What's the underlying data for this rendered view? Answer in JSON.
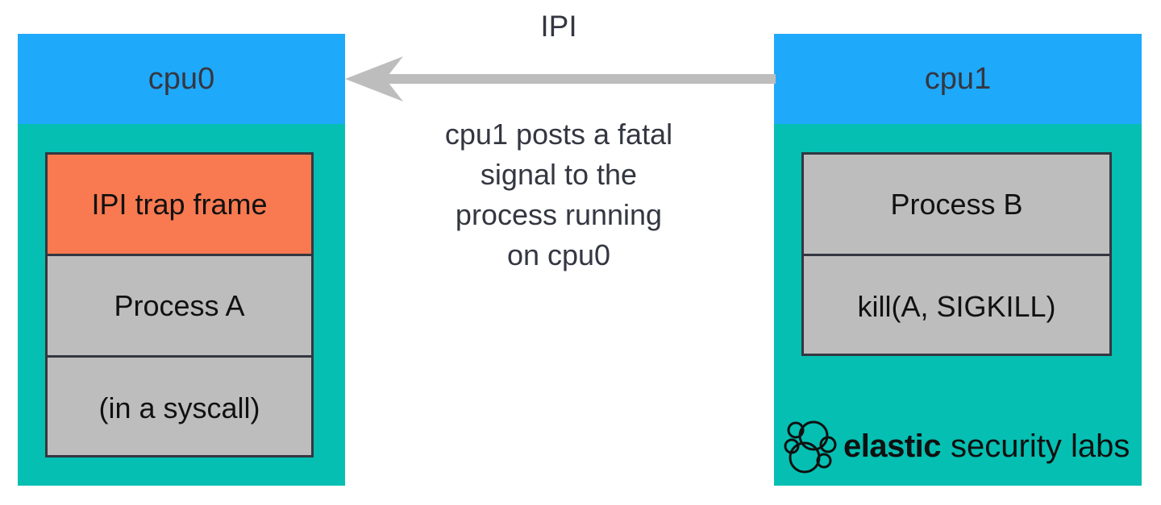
{
  "arrow": {
    "label": "IPI",
    "direction": "cpu1-to-cpu0",
    "color": "#bdbdbd"
  },
  "caption": {
    "lines": [
      "cpu1 posts a fatal",
      "signal to the",
      "process running",
      "on cpu0"
    ]
  },
  "cpus": [
    {
      "title": "cpu0",
      "stack": [
        {
          "label": "IPI trap frame",
          "color": "#f97a50"
        },
        {
          "label": "Process A",
          "color": "#bdbdbd"
        },
        {
          "label": "(in a syscall)",
          "color": "#bdbdbd"
        }
      ]
    },
    {
      "title": "cpu1",
      "stack": [
        {
          "label": "Process B",
          "color": "#bdbdbd"
        },
        {
          "label": "kill(A, SIGKILL)",
          "color": "#bdbdbd"
        }
      ]
    }
  ],
  "logo": {
    "icon": "elastic-cluster-icon",
    "brand": "elastic",
    "suffix": "security labs"
  },
  "colors": {
    "header": "#1fa9fb",
    "body": "#05bfb2",
    "text": "#343741",
    "border": "#343741"
  }
}
